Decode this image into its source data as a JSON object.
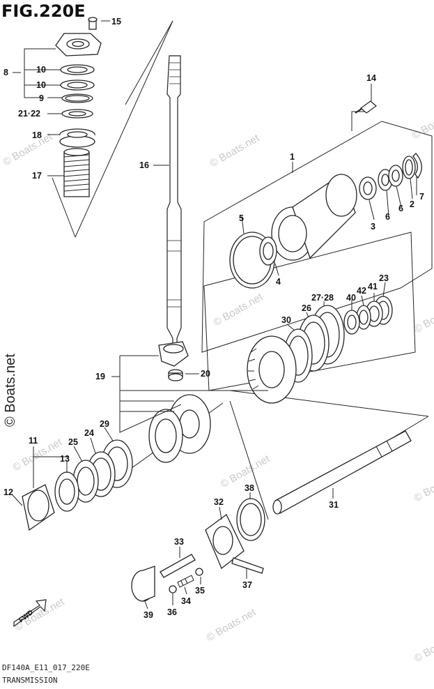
{
  "figure": {
    "title": "FIG.220E",
    "side_watermark": "© Boats.net",
    "repeat_watermark": "© Boats.net",
    "diagram_code": "DF140A_E11_017_220E",
    "section_name": "TRANSMISSION",
    "fwd_label": "FWD"
  },
  "part_labels": [
    "15",
    "8",
    "10",
    "10",
    "9",
    "21·22",
    "18",
    "17",
    "16",
    "14",
    "1",
    "7",
    "2",
    "6",
    "3",
    "6",
    "5",
    "4",
    "23",
    "42",
    "41",
    "40",
    "27·28",
    "26",
    "30",
    "19",
    "20",
    "11",
    "24",
    "29",
    "25",
    "13",
    "12",
    "38",
    "32",
    "31",
    "33",
    "37",
    "35",
    "34",
    "36",
    "39"
  ]
}
